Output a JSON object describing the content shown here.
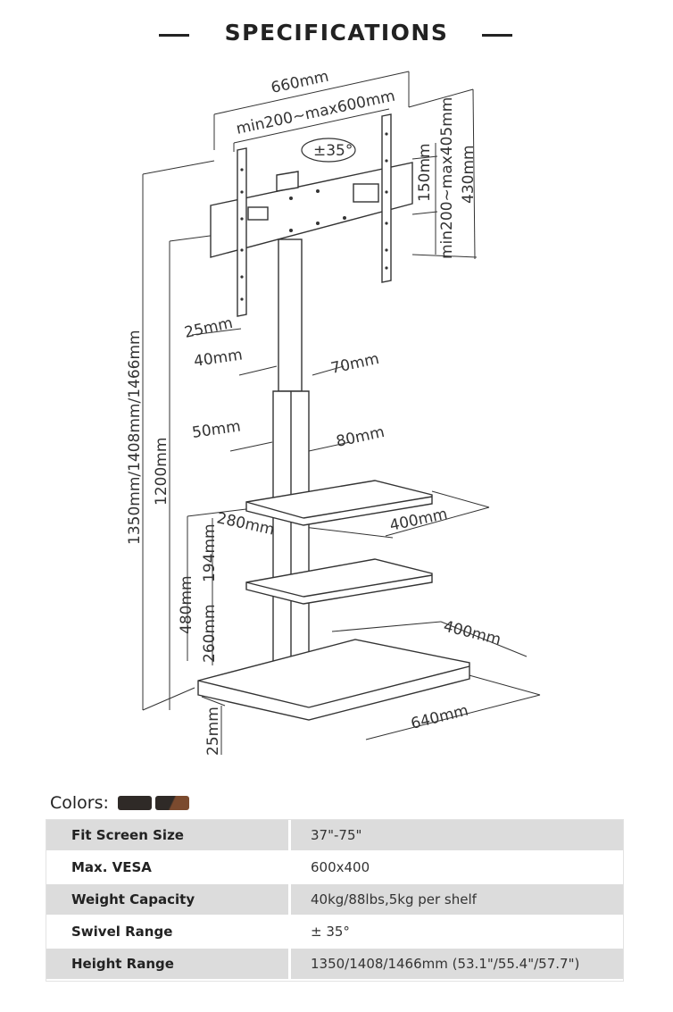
{
  "header": {
    "title": "SPECIFICATIONS"
  },
  "diagram": {
    "dims": {
      "overall_width": "660mm",
      "vesa_width": "min200~max600mm",
      "swivel": "±35°",
      "bracket_offset": "150mm",
      "vesa_height": "min200~max405mm",
      "bracket_height": "430mm",
      "plate_depth": "25mm",
      "upper_pole_w": "40mm",
      "upper_pole_d": "70mm",
      "lower_pole_w": "50mm",
      "lower_pole_d": "80mm",
      "total_height": "1350mm/1408mm/1466mm",
      "pole_height": "1200mm",
      "shelf_depth": "280mm",
      "shelf_width": "400mm",
      "shelf_gap": "194mm",
      "shelf_stack": "480mm",
      "lower_shelf_height": "260mm",
      "base_depth": "400mm",
      "base_width": "640mm",
      "base_thickness": "25mm"
    }
  },
  "colors": {
    "label": "Colors:",
    "swatches": [
      {
        "name": "black",
        "color": "#2f2a27"
      },
      {
        "name": "walnut",
        "color": "#7b4a2e"
      }
    ]
  },
  "specs": [
    {
      "key": "Fit Screen Size",
      "value": "37\"-75\""
    },
    {
      "key": "Max. VESA",
      "value": "600x400"
    },
    {
      "key": "Weight Capacity",
      "value": "40kg/88lbs,5kg per shelf"
    },
    {
      "key": "Swivel Range",
      "value": "± 35°"
    },
    {
      "key": "Height Range",
      "value": "1350/1408/1466mm (53.1\"/55.4\"/57.7\")"
    }
  ]
}
